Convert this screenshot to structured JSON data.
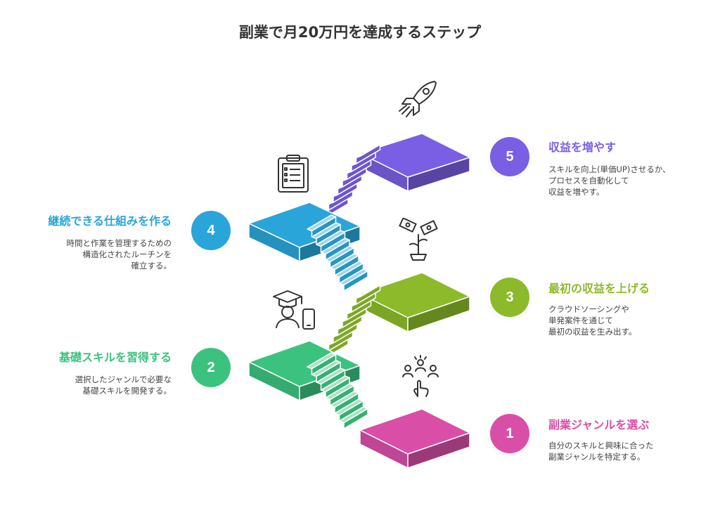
{
  "title": "副業で月20万円を達成するステップ",
  "steps": [
    {
      "num": "1",
      "title": "副業ジャンルを選ぶ",
      "desc": "自分のスキルと興味に合った\n副業ジャンルを特定する。",
      "color": "#d94fa8",
      "icon": "people-select-icon"
    },
    {
      "num": "2",
      "title": "基礎スキルを習得する",
      "desc": "選択したジャンルで必要な\n基礎スキルを開発する。",
      "color": "#3cc27f",
      "icon": "graduate-phone-icon"
    },
    {
      "num": "3",
      "title": "最初の収益を上げる",
      "desc": "クラウドソーシングや\n単発案件を通じて\n最初の収益を生み出す。",
      "color": "#8dba2a",
      "icon": "money-plant-icon"
    },
    {
      "num": "4",
      "title": "継続できる仕組みを作る",
      "desc": "時間と作業を管理するための\n構造化されたルーチンを\n確立する。",
      "color": "#2aa5d9",
      "icon": "clipboard-icon"
    },
    {
      "num": "5",
      "title": "収益を増やす",
      "desc": "スキルを向上(単価UP)させるか、\nプロセスを自動化して\n収益を増やす。",
      "color": "#7a5ee3",
      "icon": "rocket-icon"
    }
  ]
}
